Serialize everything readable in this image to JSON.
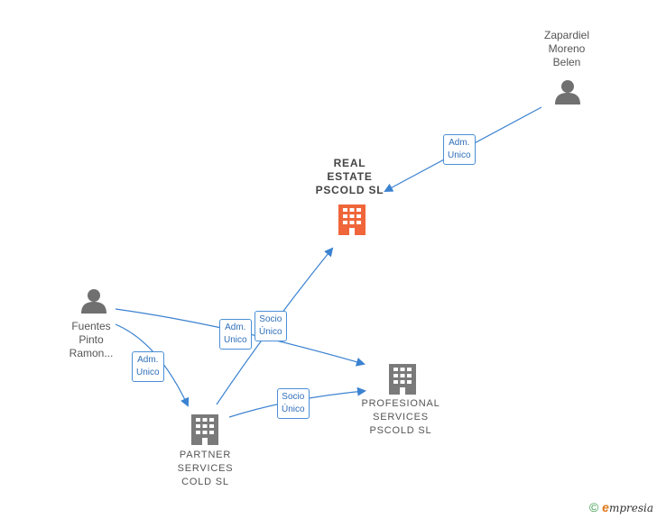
{
  "nodes": {
    "zapardiel": {
      "lines": [
        "Zapardiel",
        "Moreno",
        "Belen"
      ],
      "type": "person"
    },
    "real_estate": {
      "lines": [
        "REAL",
        "ESTATE",
        "PSCOLD  SL"
      ],
      "type": "company",
      "highlight": true
    },
    "fuentes": {
      "lines": [
        "Fuentes",
        "Pinto",
        "Ramon..."
      ],
      "type": "person"
    },
    "partner": {
      "lines": [
        "PARTNER",
        "SERVICES",
        "COLD  SL"
      ],
      "type": "company"
    },
    "profesional": {
      "lines": [
        "PROFESIONAL",
        "SERVICES",
        "PSCOLD  SL"
      ],
      "type": "company"
    }
  },
  "edges": [
    {
      "from": "zapardiel",
      "to": "real_estate",
      "label": [
        "Adm.",
        "Unico"
      ]
    },
    {
      "from": "fuentes",
      "to": "partner",
      "label": [
        "Adm.",
        "Unico"
      ]
    },
    {
      "from": "fuentes",
      "to": "profesional",
      "label": [
        "Adm.",
        "Unico"
      ]
    },
    {
      "from": "partner",
      "to": "real_estate",
      "label": [
        "Socio",
        "Único"
      ]
    },
    {
      "from": "partner",
      "to": "profesional",
      "label": [
        "Socio",
        "Único"
      ]
    }
  ],
  "colors": {
    "edge": "#3b82d1",
    "person_icon": "#707070",
    "company_icon": "#7a7a7a",
    "highlight_icon": "#f0653a"
  },
  "footer": {
    "copyright": "©",
    "brand_first": "e",
    "brand_rest": "mpresia"
  }
}
